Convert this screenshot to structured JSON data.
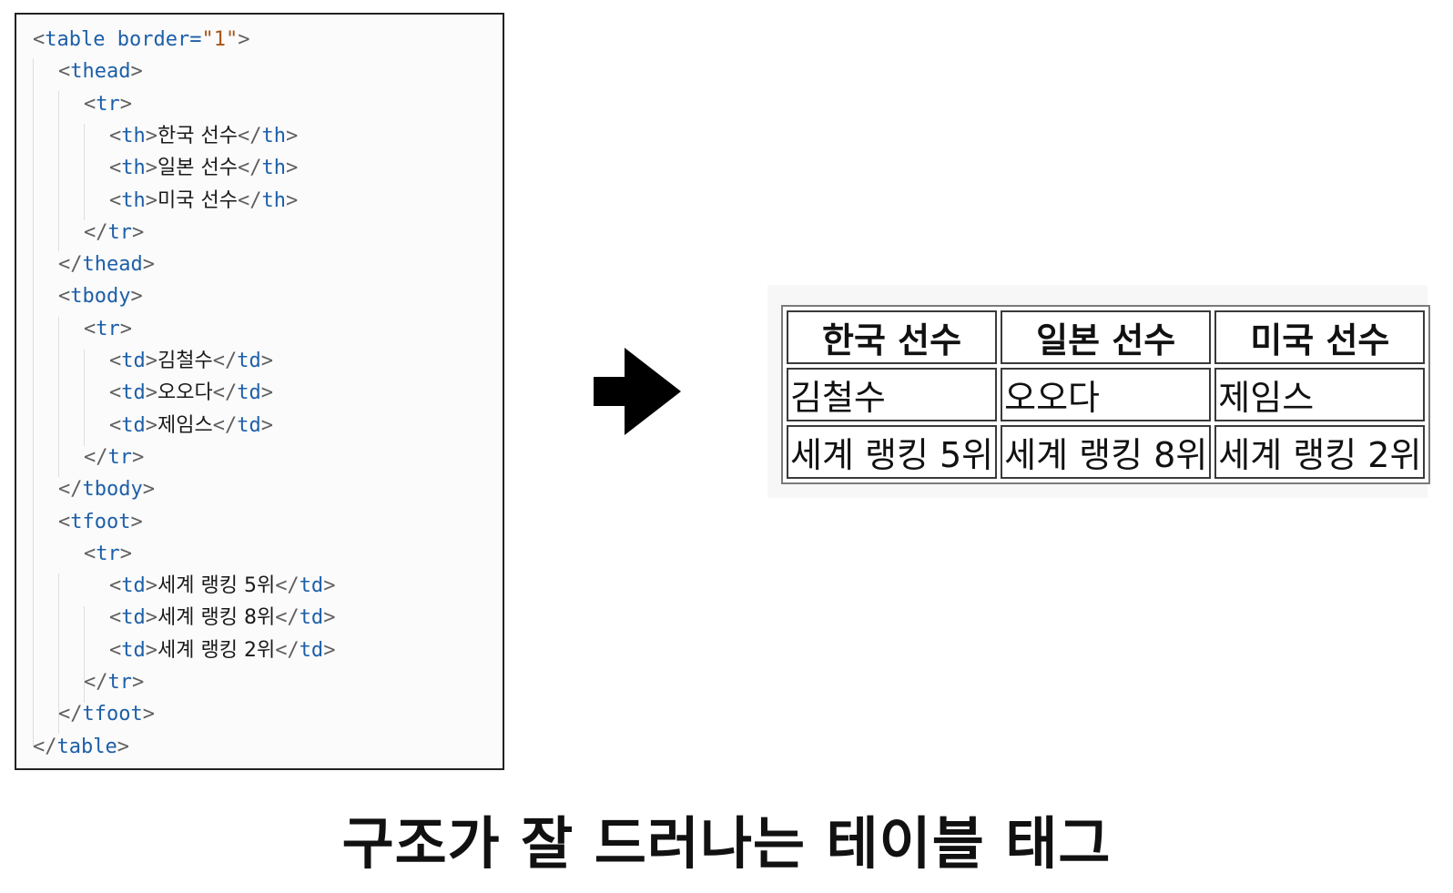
{
  "code": {
    "lines": [
      {
        "open": "<",
        "tag": "table",
        "attr": " border=",
        "value": "\"1\"",
        "close": ">"
      },
      {
        "open": "<",
        "tag": "thead",
        "close": ">"
      },
      {
        "open": "<",
        "tag": "tr",
        "close": ">"
      },
      {
        "open": "<",
        "tag": "th",
        "close": ">",
        "text": "한국 선수",
        "end_open": "</",
        "end_tag": "th",
        "end_close": ">"
      },
      {
        "open": "<",
        "tag": "th",
        "close": ">",
        "text": "일본 선수",
        "end_open": "</",
        "end_tag": "th",
        "end_close": ">"
      },
      {
        "open": "<",
        "tag": "th",
        "close": ">",
        "text": "미국 선수",
        "end_open": "</",
        "end_tag": "th",
        "end_close": ">"
      },
      {
        "open": "</",
        "tag": "tr",
        "close": ">"
      },
      {
        "open": "</",
        "tag": "thead",
        "close": ">"
      },
      {
        "open": "<",
        "tag": "tbody",
        "close": ">"
      },
      {
        "open": "<",
        "tag": "tr",
        "close": ">"
      },
      {
        "open": "<",
        "tag": "td",
        "close": ">",
        "text": "김철수",
        "end_open": "</",
        "end_tag": "td",
        "end_close": ">"
      },
      {
        "open": "<",
        "tag": "td",
        "close": ">",
        "text": "오오다",
        "end_open": "</",
        "end_tag": "td",
        "end_close": ">"
      },
      {
        "open": "<",
        "tag": "td",
        "close": ">",
        "text": "제임스",
        "end_open": "</",
        "end_tag": "td",
        "end_close": ">"
      },
      {
        "open": "</",
        "tag": "tr",
        "close": ">"
      },
      {
        "open": "</",
        "tag": "tbody",
        "close": ">"
      },
      {
        "open": "<",
        "tag": "tfoot",
        "close": ">"
      },
      {
        "open": "<",
        "tag": "tr",
        "close": ">"
      },
      {
        "open": "<",
        "tag": "td",
        "close": ">",
        "text": "세계 랭킹 5위",
        "end_open": "</",
        "end_tag": "td",
        "end_close": ">"
      },
      {
        "open": "<",
        "tag": "td",
        "close": ">",
        "text": "세계 랭킹 8위",
        "end_open": "</",
        "end_tag": "td",
        "end_close": ">"
      },
      {
        "open": "<",
        "tag": "td",
        "close": ">",
        "text": "세계 랭킹 2위",
        "end_open": "</",
        "end_tag": "td",
        "end_close": ">"
      },
      {
        "open": "</",
        "tag": "tr",
        "close": ">"
      },
      {
        "open": "</",
        "tag": "tfoot",
        "close": ">"
      },
      {
        "open": "</",
        "tag": "table",
        "close": ">"
      }
    ]
  },
  "arrow": {
    "icon": "right-arrow-icon"
  },
  "table": {
    "headers": [
      "한국 선수",
      "일본 선수",
      "미국 선수"
    ],
    "body_row": [
      "김철수",
      "오오다",
      "제임스"
    ],
    "foot_row": [
      "세계 랭킹 5위",
      "세계 랭킹 8위",
      "세계 랭킹 2위"
    ]
  },
  "caption": "구조가 잘 드러나는 테이블 태그",
  "colors": {
    "tag": "#1d5fa8",
    "string": "#a8561a",
    "punct": "#5f5f5f"
  }
}
